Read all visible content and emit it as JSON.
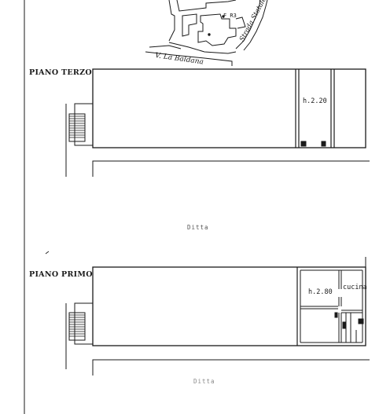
{
  "map": {
    "street_name": "V. La Baldana",
    "road_name": "Strada Statale",
    "parcel": "F R3"
  },
  "floors": [
    {
      "title": "PIANO TERZO",
      "height_label": "h.2.20"
    },
    {
      "title": "PIANO PRIMO",
      "height_label": "h.2.80",
      "room_label": "cucina"
    }
  ],
  "captions": [
    "Ditta",
    "Ditta"
  ],
  "colors": {
    "ink": "#1a1a1a",
    "paper": "#ffffff"
  }
}
